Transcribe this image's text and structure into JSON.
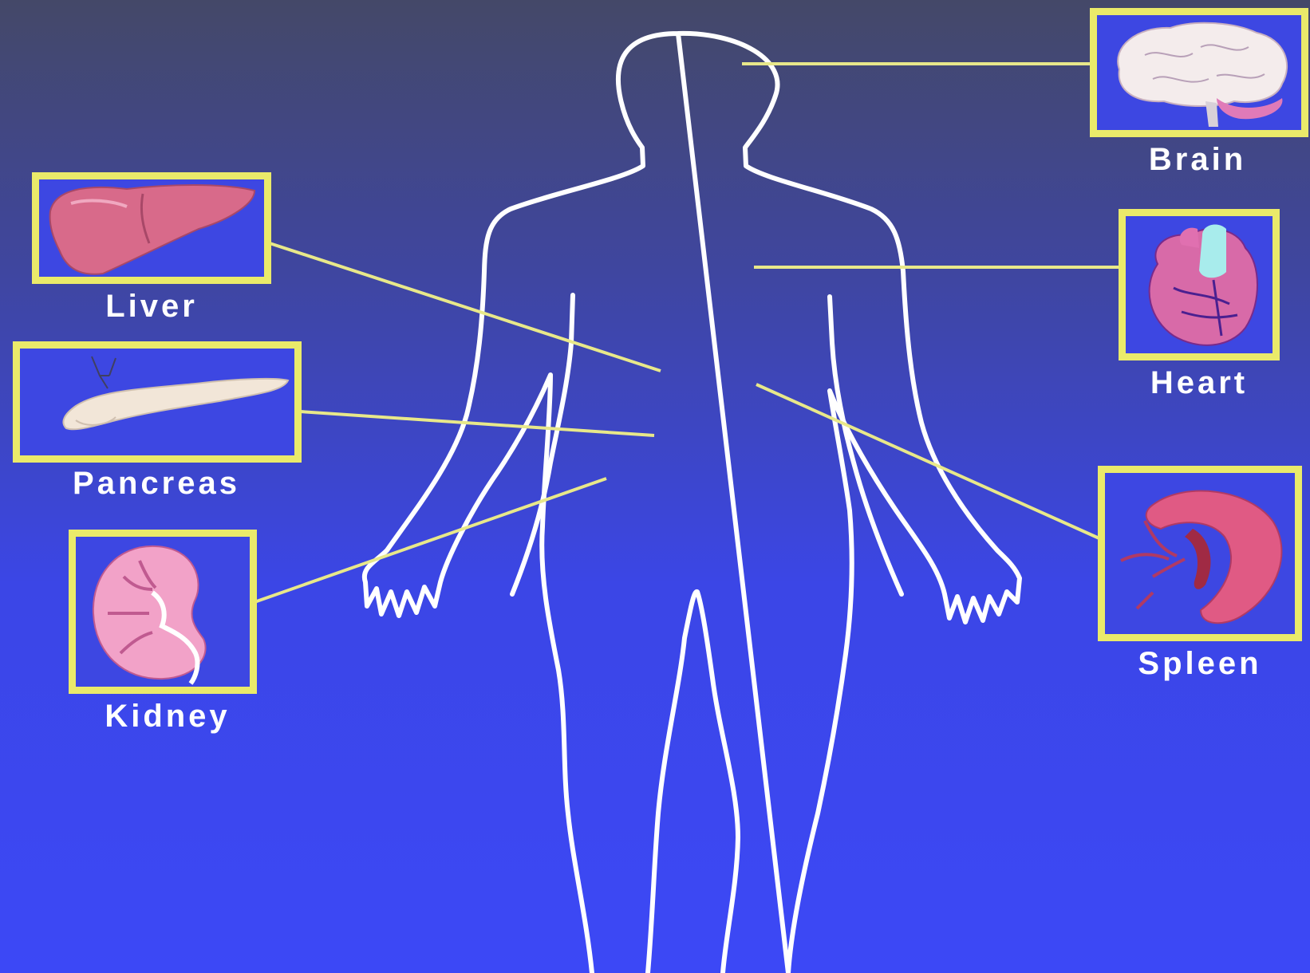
{
  "colors": {
    "background_top": "#444868",
    "background_bottom": "#3c48f6",
    "outline": "#ffffff",
    "frame": "#eaea6a",
    "leader_line": "#e8e88a"
  },
  "figure": {
    "subject": "human-body-outline",
    "organs": [
      {
        "key": "brain",
        "label": "Brain",
        "icon": "brain-icon"
      },
      {
        "key": "liver",
        "label": "Liver",
        "icon": "liver-icon"
      },
      {
        "key": "heart",
        "label": "Heart",
        "icon": "heart-icon"
      },
      {
        "key": "pancreas",
        "label": "Pancreas",
        "icon": "pancreas-icon"
      },
      {
        "key": "spleen",
        "label": "Spleen",
        "icon": "spleen-icon"
      },
      {
        "key": "kidney",
        "label": "Kidney",
        "icon": "kidney-icon"
      }
    ]
  }
}
